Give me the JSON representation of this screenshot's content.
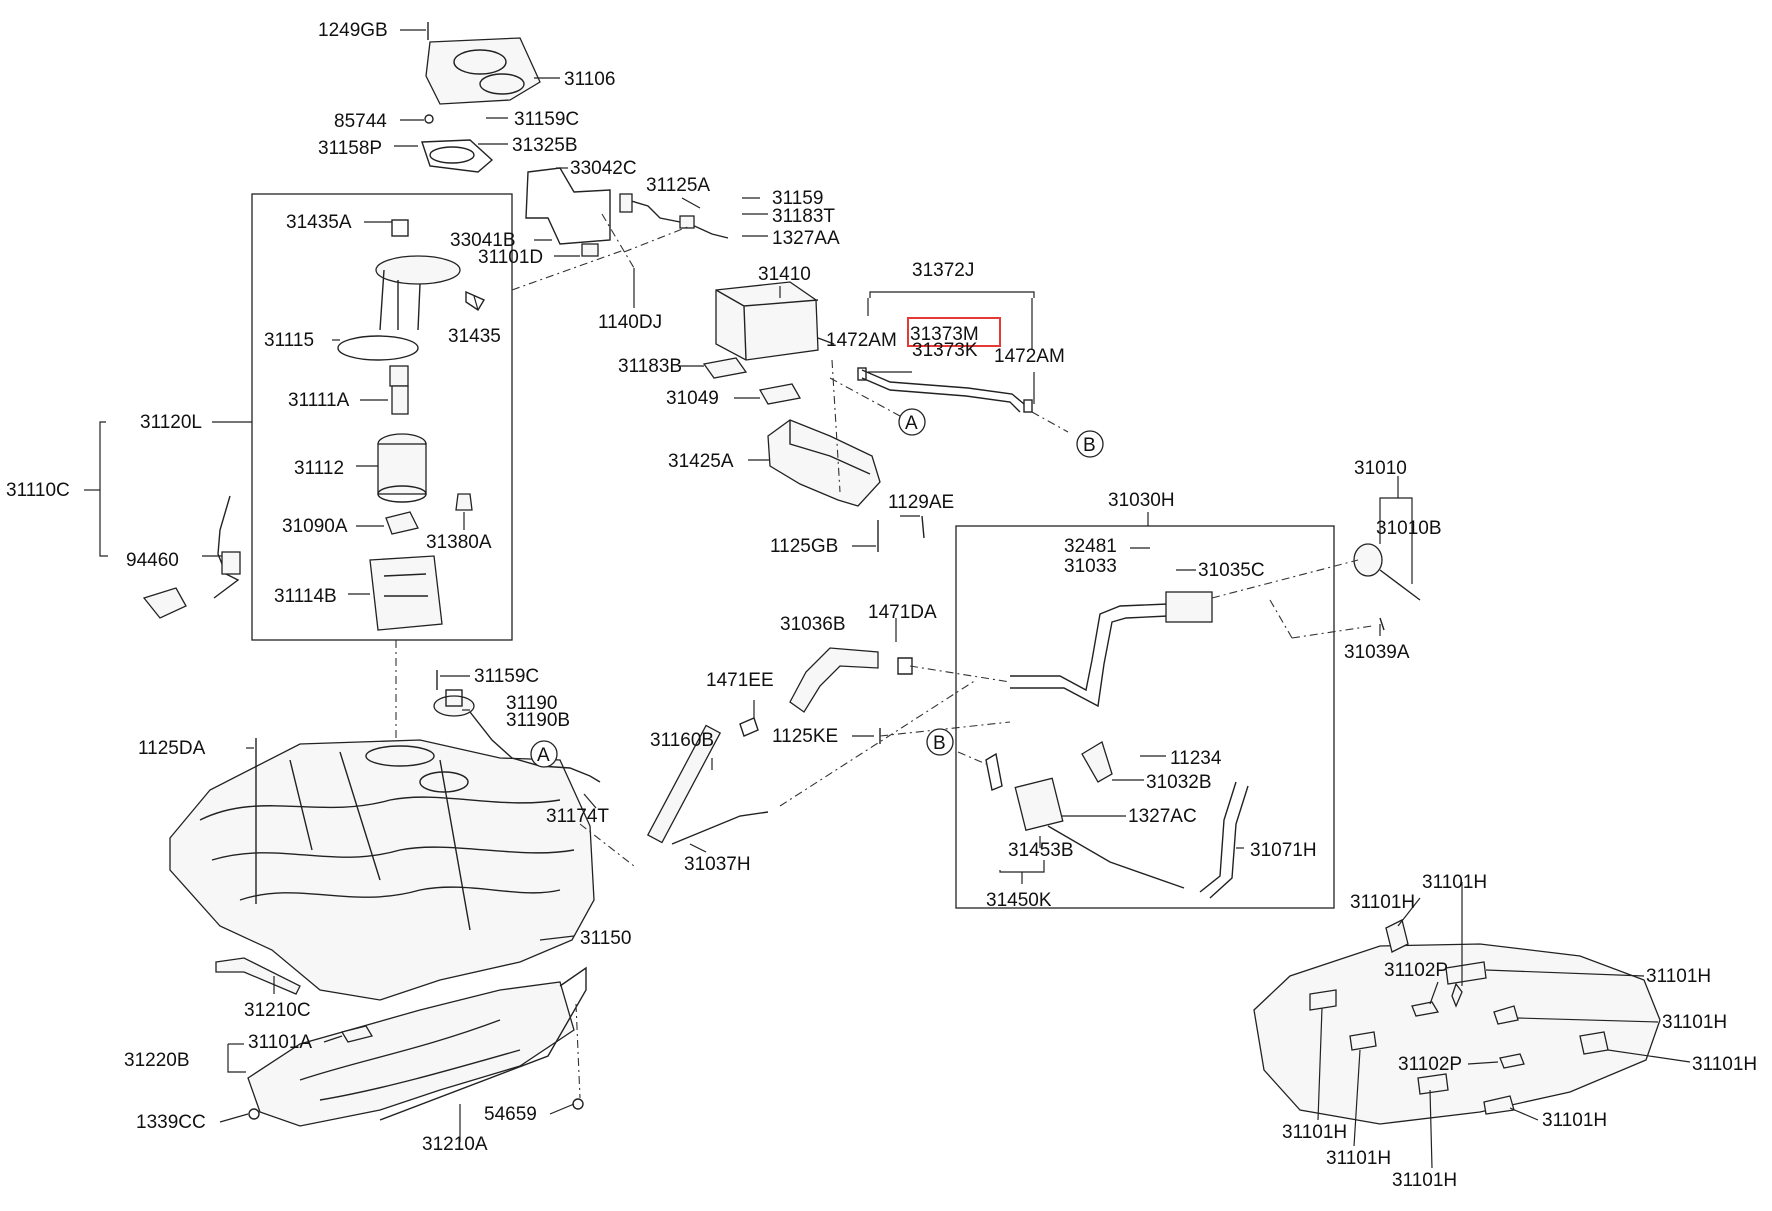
{
  "highlight_color": "#e53935",
  "labels": {
    "p1249GB": "1249GB",
    "p31106": "31106",
    "p85744": "85744",
    "p31159C_top": "31159C",
    "p31158P": "31158P",
    "p31325B": "31325B",
    "p33042C": "33042C",
    "p31125A": "31125A",
    "p31159": "31159",
    "p31183T": "31183T",
    "p1327AA": "1327AA",
    "p31435A": "31435A",
    "p33041B": "33041B",
    "p31101D": "31101D",
    "p1140DJ": "1140DJ",
    "p31410": "31410",
    "p31372J": "31372J",
    "p31373M": "31373M",
    "p1472AM_left": "1472AM",
    "p31373K": "31373K",
    "p1472AM_right": "1472AM",
    "p31115": "31115",
    "p31435": "31435",
    "p31183B": "31183B",
    "p31049": "31049",
    "p31111A": "31111A",
    "p31120L": "31120L",
    "p31110C": "31110C",
    "p31425A": "31425A",
    "p31112": "31112",
    "p31010": "31010",
    "p31010B": "31010B",
    "p1129AE": "1129AE",
    "p31030H": "31030H",
    "p31090A": "31090A",
    "p31380A": "31380A",
    "p1125GB": "1125GB",
    "p94460": "94460",
    "p32481": "32481",
    "p31033": "31033",
    "p31035C": "31035C",
    "p31114B": "31114B",
    "p31036B": "31036B",
    "p1471DA": "1471DA",
    "p31039A": "31039A",
    "p31159C_mid": "31159C",
    "p1471EE": "1471EE",
    "p31190": "31190",
    "p31190B": "31190B",
    "p1125KE": "1125KE",
    "p31160B": "31160B",
    "p1125DA": "1125DA",
    "p11234": "11234",
    "p31032B": "31032B",
    "p31174T": "31174T",
    "p1327AC": "1327AC",
    "p31453B": "31453B",
    "p31071H": "31071H",
    "p31037H": "31037H",
    "p31450K": "31450K",
    "p31101H_a": "31101H",
    "p31101H_b": "31101H",
    "p31150": "31150",
    "p31102P_a": "31102P",
    "p31101H_c": "31101H",
    "p31210C": "31210C",
    "p31101H_d": "31101H",
    "p31101A": "31101A",
    "p31220B": "31220B",
    "p31102P_b": "31102P",
    "p31101H_e": "31101H",
    "p31101H_f": "31101H",
    "p54659": "54659",
    "p1339CC": "1339CC",
    "p31210A": "31210A",
    "p31101H_g": "31101H",
    "p31101H_h": "31101H",
    "p31101H_i": "31101H"
  },
  "callouts": {
    "a_hose": "A",
    "b_hose": "B",
    "a_tank": "A",
    "b_canister": "B"
  }
}
